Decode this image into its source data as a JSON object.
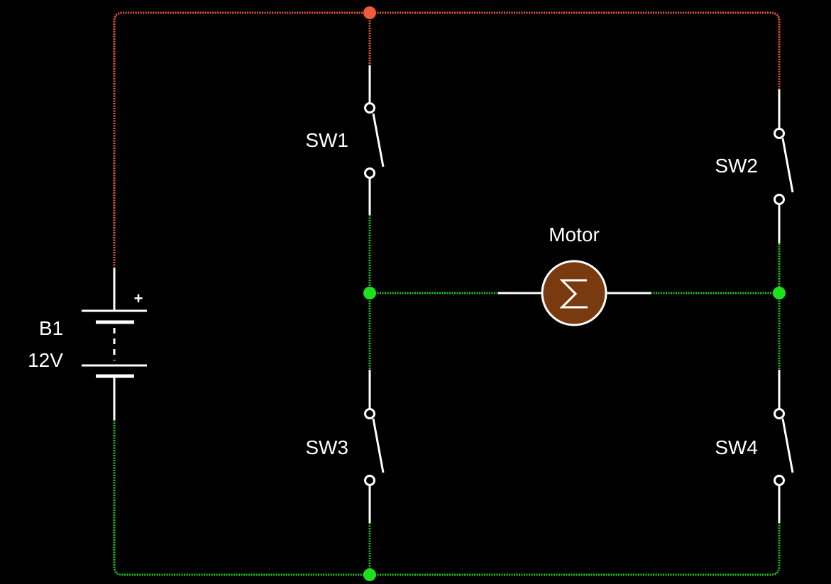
{
  "colors": {
    "background": "#000000",
    "wire_positive": "#e25a3a",
    "wire_ground": "#1ec21e",
    "wire_neutral": "#ffffff",
    "node_positive": "#f2593d",
    "node_ground": "#1fe01f",
    "motor_fill": "#7a3a10",
    "motor_stroke": "#ffffff"
  },
  "battery": {
    "name": "B1",
    "voltage": "12V",
    "plus_sign": "+"
  },
  "switches": [
    {
      "id": "sw1",
      "label": "SW1",
      "state": "open"
    },
    {
      "id": "sw2",
      "label": "SW2",
      "state": "open"
    },
    {
      "id": "sw3",
      "label": "SW3",
      "state": "open"
    },
    {
      "id": "sw4",
      "label": "SW4",
      "state": "open"
    }
  ],
  "motor": {
    "label": "Motor",
    "symbol": "Σ",
    "icon": "motor-icon"
  }
}
